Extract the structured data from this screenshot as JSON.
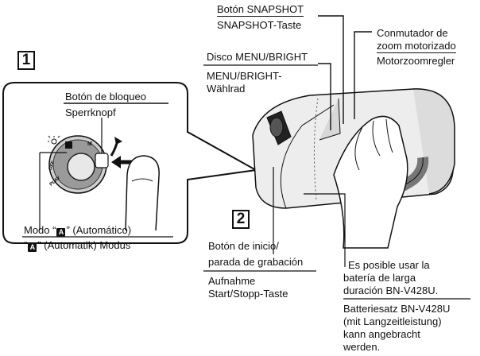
{
  "step1": {
    "number": "1"
  },
  "step2": {
    "number": "2"
  },
  "labels": {
    "snapshot_es": "Botón SNAPSHOT",
    "snapshot_de": "SNAPSHOT-Taste",
    "zoom_es_1": "Conmutador de",
    "zoom_es_2": "zoom motorizado",
    "zoom_de": "Motorzoomregler",
    "menu_es": "Disco MENU/BRIGHT",
    "menu_de_1": "MENU/BRIGHT-",
    "menu_de_2": "Wählrad",
    "lock_es": "Botón de bloqueo",
    "lock_de": "Sperrknopf",
    "auto_es_prefix": "Modo “",
    "auto_es_suffix": "” (Automático)",
    "auto_de_prefix": "“",
    "auto_de_suffix": "” (Automatik) Modus",
    "auto_glyph": "A",
    "record_es_1": "Botón de inicio/",
    "record_es_2": "parada de grabación",
    "record_de_1": "Aufnahme",
    "record_de_2": "Start/Stopp-Taste",
    "battery_es_1": "Es posible usar la",
    "battery_es_2": "batería de larga",
    "battery_es_3": "duración BN-V428U.",
    "battery_de_1": "Batteriesatz BN-V428U",
    "battery_de_2": "(mit Langzeitleistung)",
    "battery_de_3": "kann angebracht",
    "battery_de_4": "werden."
  },
  "dial_marks": [
    "M",
    "OFF",
    "PLAY"
  ]
}
